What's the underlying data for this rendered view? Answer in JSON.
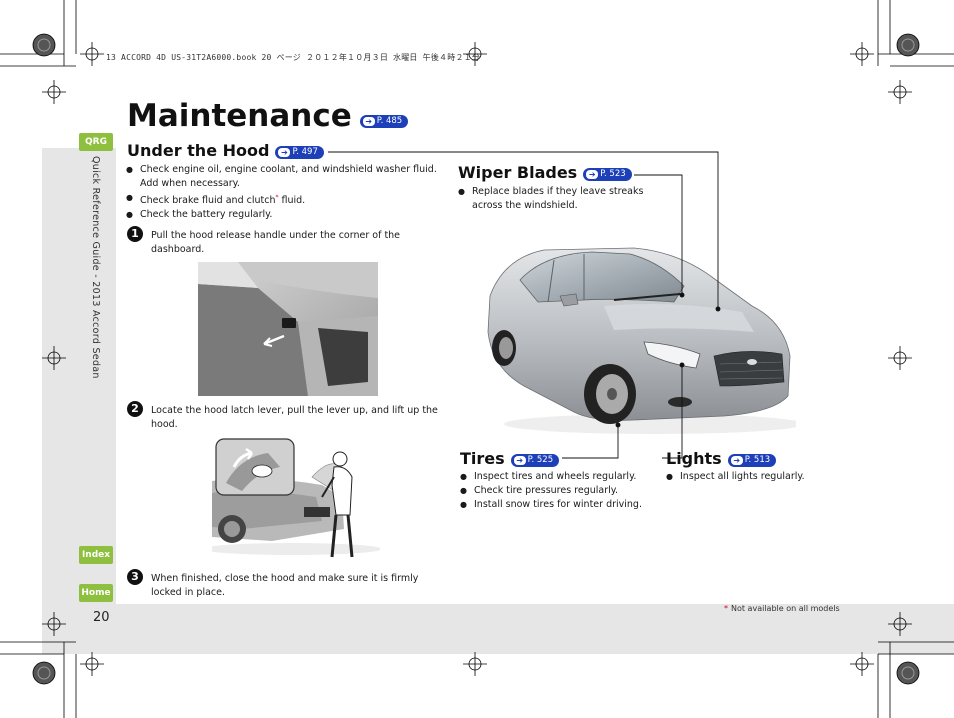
{
  "print_header": "13 ACCORD 4D US-31T2A6000.book  20 ページ  ２０１２年１０月３日  水曜日  午後４時２１分",
  "tabs": {
    "qrg": "QRG",
    "index": "Index",
    "home": "Home"
  },
  "side_label": "Quick Reference Guide - 2013 Accord Sedan",
  "page_number": "20",
  "title": {
    "text": "Maintenance",
    "ref": "P. 485"
  },
  "under_hood": {
    "heading": "Under the Hood",
    "ref": "P. 497",
    "bullets": [
      "Check engine oil, engine coolant, and windshield washer fluid. Add when necessary.",
      "Check brake fluid and clutch",
      "Check the battery regularly."
    ],
    "bullet2_suffix": " fluid.",
    "star": "*"
  },
  "steps": [
    {
      "num": "1",
      "text": "Pull the hood release handle under the corner of the dashboard."
    },
    {
      "num": "2",
      "text": "Locate the hood latch lever, pull the lever up, and lift up the hood."
    },
    {
      "num": "3",
      "text": "When finished, close the hood and make sure it is firmly locked in place."
    }
  ],
  "wiper_blades": {
    "heading": "Wiper Blades",
    "ref": "P. 523",
    "bullets": [
      "Replace blades if they leave streaks across the windshield."
    ]
  },
  "tires": {
    "heading": "Tires",
    "ref": "P. 525",
    "bullets": [
      "Inspect tires and wheels regularly.",
      "Check tire pressures regularly.",
      "Install snow tires for winter driving."
    ]
  },
  "lights": {
    "heading": "Lights",
    "ref": "P. 513",
    "bullets": [
      "Inspect all lights regularly."
    ]
  },
  "footnote": {
    "star": "*",
    "text": "Not available on all models"
  },
  "colors": {
    "tab_green": "#8fbf3e",
    "ref_blue": "#1d3fb8",
    "panel_gray": "#e6e6e6",
    "star_red": "#d0021b"
  },
  "icons": {
    "ref_arrow": "arrow-right-icon",
    "bullet": "bullet-dot-icon",
    "crop": "crop-mark-icon",
    "registration": "registration-mark-icon"
  }
}
